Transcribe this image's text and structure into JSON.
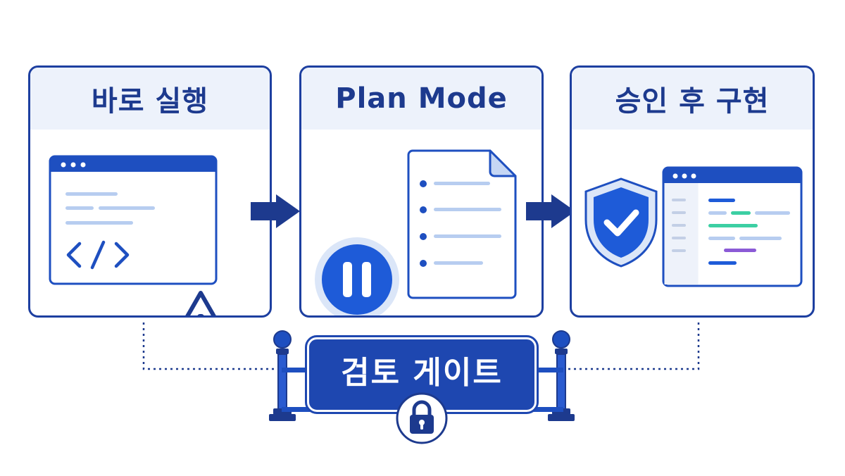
{
  "steps": [
    {
      "title": "바로 실행",
      "icons": [
        "browser-window-icon",
        "code-brackets-icon",
        "warning-triangle-icon"
      ]
    },
    {
      "title": "Plan Mode",
      "icons": [
        "pause-button-icon",
        "document-checklist-icon"
      ]
    },
    {
      "title": "승인 후 구현",
      "icons": [
        "shield-check-icon",
        "code-editor-window-icon"
      ]
    }
  ],
  "gate": {
    "label": "검토 게이트",
    "icons": [
      "lock-icon",
      "barrier-post-icon"
    ]
  },
  "colors": {
    "primary": "#1d3fa0",
    "accent": "#1e5bd8",
    "header_bg": "#edf2fb",
    "warning_outline": "#1d3a8e"
  }
}
